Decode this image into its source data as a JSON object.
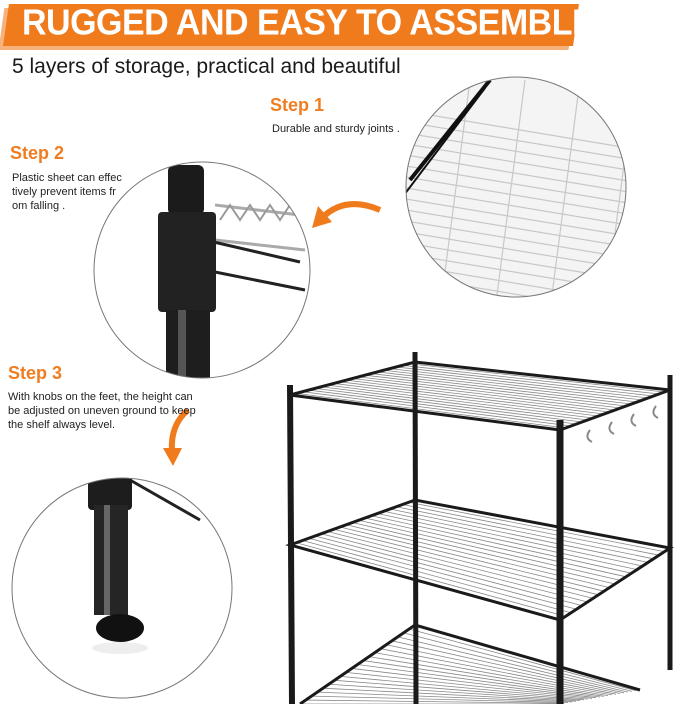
{
  "banner": {
    "title": "RUGGED AND EASY TO ASSEMBLE"
  },
  "subtitle": "5 layers of storage, practical and beautiful",
  "steps": [
    {
      "title": "Step 1",
      "description": "Durable and sturdy joints ."
    },
    {
      "title": "Step 2",
      "description_lines": [
        "Plastic sheet can effec",
        "tively prevent items fr",
        "om falling  ."
      ]
    },
    {
      "title": "Step 3",
      "description_lines": [
        "With knobs on the feet, the height can",
        "be adjusted on uneven ground to keep",
        "the shelf always level."
      ]
    }
  ],
  "colors": {
    "accent": "#f07b1d",
    "text": "#1a1a1a",
    "frame": "#1a1a1a"
  }
}
